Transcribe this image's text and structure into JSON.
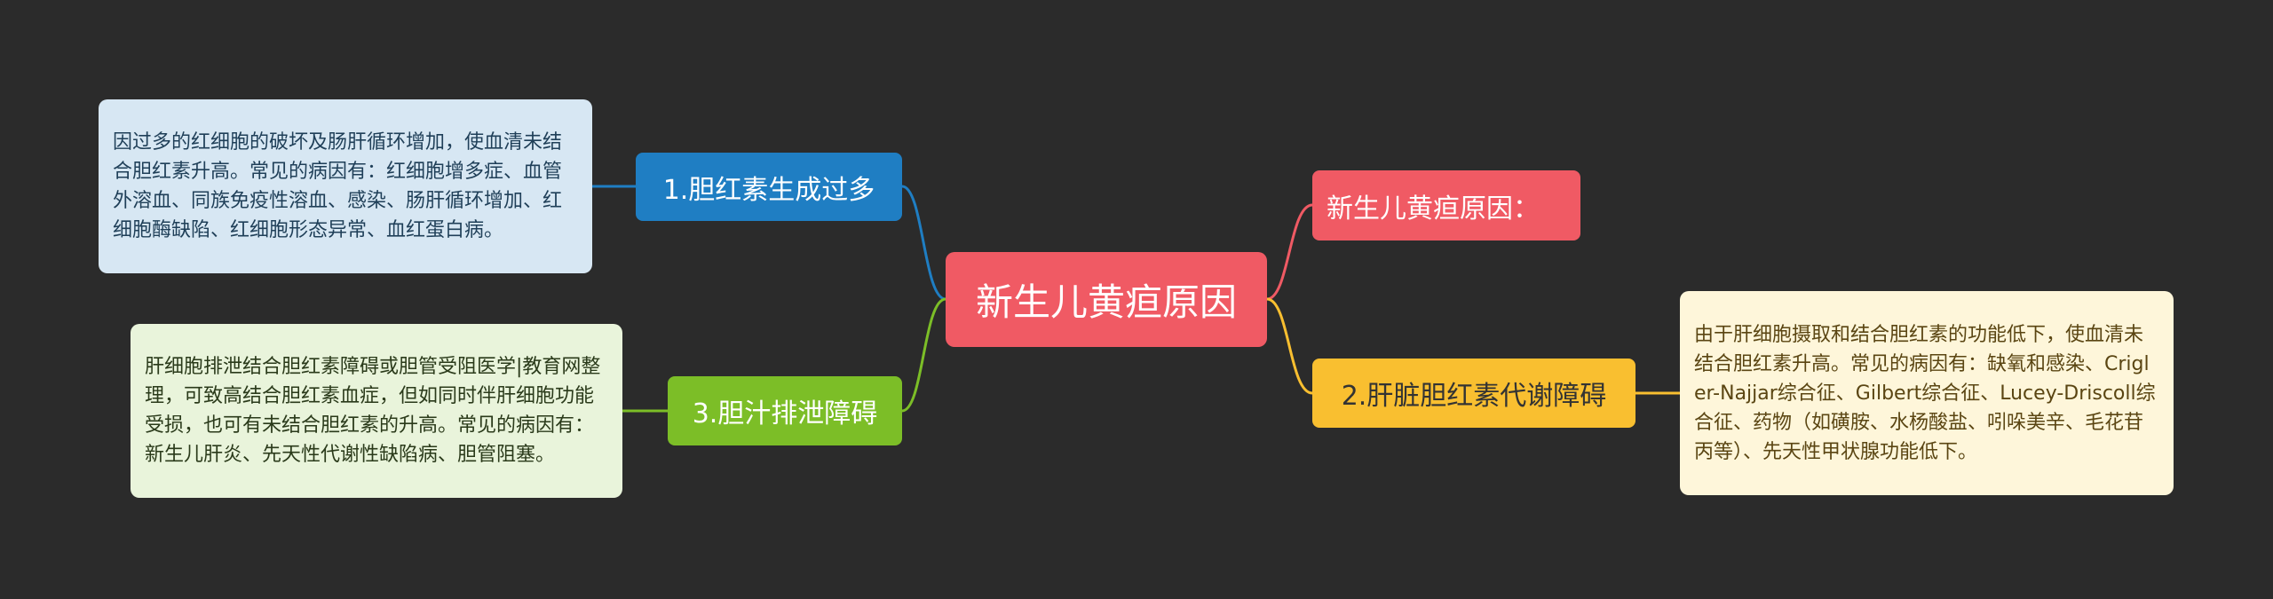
{
  "diagram": {
    "type": "mind-map",
    "central": {
      "label": "新生儿黄疸原因"
    },
    "left_branches": [
      {
        "label": "1.胆红素生成过多",
        "description": "因过多的红细胞的破坏及肠肝循环增加，使血清未结合胆红素升高。常见的病因有：红细胞增多症、血管外溶血、同族免疫性溶血、感染、肠肝循环增加、红细胞酶缺陷、红细胞形态异常、血红蛋白病。",
        "color": "#1f7ec3"
      },
      {
        "label": "3.胆汁排泄障碍",
        "description": "肝细胞排泄结合胆红素障碍或胆管受阻医学|教育网整理，可致高结合胆红素血症，但如同时伴肝细胞功能受损，也可有未结合胆红素的升高。常见的病因有：新生儿肝炎、先天性代谢性缺陷病、胆管阻塞。",
        "color": "#7cbe27"
      }
    ],
    "right_branches": [
      {
        "label": "新生儿黄疸原因：",
        "color": "#f05a64"
      },
      {
        "label": "2.肝脏胆红素代谢障碍",
        "description": "由于肝细胞摄取和结合胆红素的功能低下，使血清未结合胆红素升高。常见的病因有：缺氧和感染、Crigler-Najjar综合征、Gilbert综合征、Lucey-Driscoll综合征、药物（如磺胺、水杨酸盐、吲哚美辛、毛花苷丙等）、先天性甲状腺功能低下。",
        "color": "#f9bf30"
      }
    ],
    "colors": {
      "background": "#2b2b2b",
      "central": "#f05a64"
    }
  }
}
